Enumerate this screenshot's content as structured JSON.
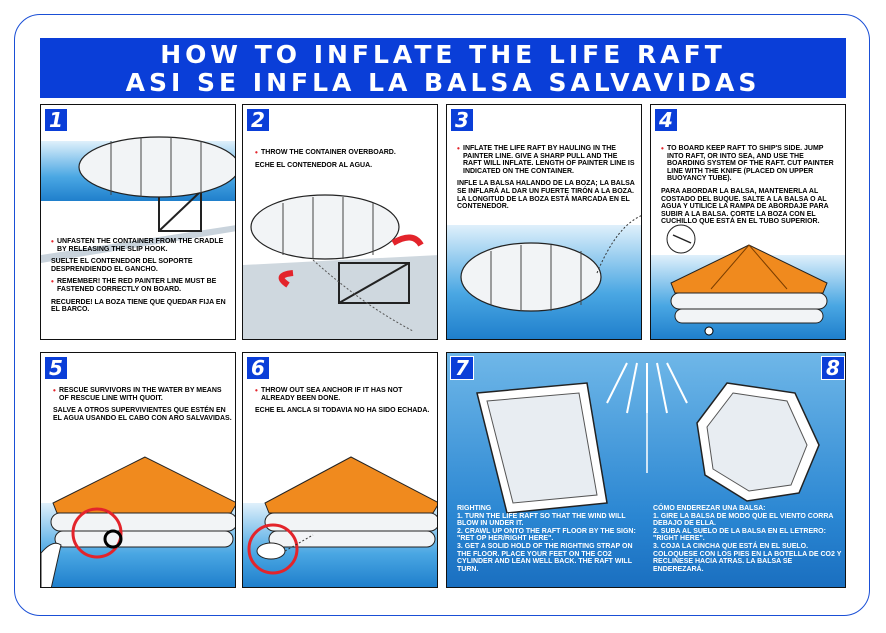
{
  "title": {
    "line1": "HOW TO INFLATE THE LIFE RAFT",
    "line2": "ASI SE INFLA LA BALSA SALVAVIDAS"
  },
  "panels": [
    {
      "num": "1",
      "en1": "UNFASTEN THE CONTAINER FROM THE CRADLE BY RELEASING THE SLIP HOOK.",
      "es1": "SUELTE EL CONTENEDOR DEL SOPORTE DESPRENDIENDO  EL GANCHO.",
      "en2": "REMEMBER! THE RED PAINTER LINE MUST BE FASTENED CORRECTLY ON BOARD.",
      "es2": "RECUERDE! LA BOZA TIENE QUE QUEDAR FIJA EN EL BARCO."
    },
    {
      "num": "2",
      "en1": "THROW THE CONTAINER OVERBOARD.",
      "es1": "ECHE EL CONTENEDOR AL AGUA."
    },
    {
      "num": "3",
      "en1": "INFLATE THE LIFE RAFT BY HAULING IN THE PAINTER LINE. GIVE A SHARP PULL AND THE RAFT WILL INFLATE. LENGTH OF PAINTER LINE IS INDICATED ON THE CONTAINER.",
      "es1": "INFLE LA BALSA HALANDO DE LA BOZA; LA BALSA SE INFLARÁ AL DAR UN FUERTE TIRÓN A LA BOZA. LA LONGITUD DE LA BOZA ESTÁ MARCADA EN EL CONTENEDOR."
    },
    {
      "num": "4",
      "en1": "TO BOARD KEEP RAFT TO SHIP'S SIDE. JUMP INTO RAFT, OR INTO SEA, AND USE THE BOARDING SYSTEM OF THE RAFT. CUT PAINTER LINE WITH THE KNIFE (PLACED ON UPPER BUOYANCY TUBE).",
      "es1": "PARA ABORDAR LA BALSA, MANTENERLA AL COSTADO DEL BUQUE. SALTE A LA BALSA O AL AGUA Y UTILICE LA RAMPA DE ABORDAJE PARA SUBIR A LA BALSA. CORTE LA BOZA CON EL CUCHILLO QUE ESTÁ EN EL TUBO SUPERIOR."
    },
    {
      "num": "5",
      "en1": "RESCUE SURVIVORS IN THE WATER BY MEANS OF RESCUE LINE WITH QUOIT.",
      "es1": "SALVE A OTROS SUPERVIVIENTES QUE ESTÉN EN EL AGUA USANDO EL CABO CON ARO SALVAVIDAS."
    },
    {
      "num": "6",
      "en1": "THROW OUT SEA ANCHOR IF IT HAS NOT ALREADY BEEN DONE.",
      "es1": "ECHE EL ANCLA SI TODAVIA NO HA SIDO ECHADA."
    },
    {
      "num": "7",
      "heading": "RIGHTING",
      "steps": [
        "1.  TURN THE LIFE RAFT SO THAT THE WIND WILL BLOW IN UNDER IT.",
        "2.  CRAWL UP ONTO THE RAFT FLOOR BY THE SIGN: \"RET OP HER/RIGHT HERE\".",
        "3.  GET A SOLID HOLD OF THE RIGHTING STRAP ON THE FLOOR. PLACE YOUR FEET ON THE CO2 CYLINDER AND LEAN WELL BACK. THE RAFT WILL TURN."
      ]
    },
    {
      "num": "8",
      "heading": "CÓMO ENDEREZAR UNA BALSA:",
      "steps": [
        "1.  GIRE LA BALSA DE MODO QUE EL VIENTO CORRA DEBAJO DE ELLA.",
        "2.  SUBA AL SUELO DE LA BALSA EN EL LETRERO: \"RIGHT HERE\".",
        "3.  COJA LA CINCHA QUE ESTÁ EN EL SUELO. COLOQUESE CON LOS PIES EN LA BOTELLA DE CO2 Y RECLINESE HACIA ATRAS. LA BALSA SE ENDEREZARÁ."
      ]
    }
  ],
  "colors": {
    "brand_blue": "#0a3ed8",
    "raft_orange": "#f08a1e",
    "warning_red": "#e3242b",
    "sea_blue": "#1f7fcc"
  }
}
